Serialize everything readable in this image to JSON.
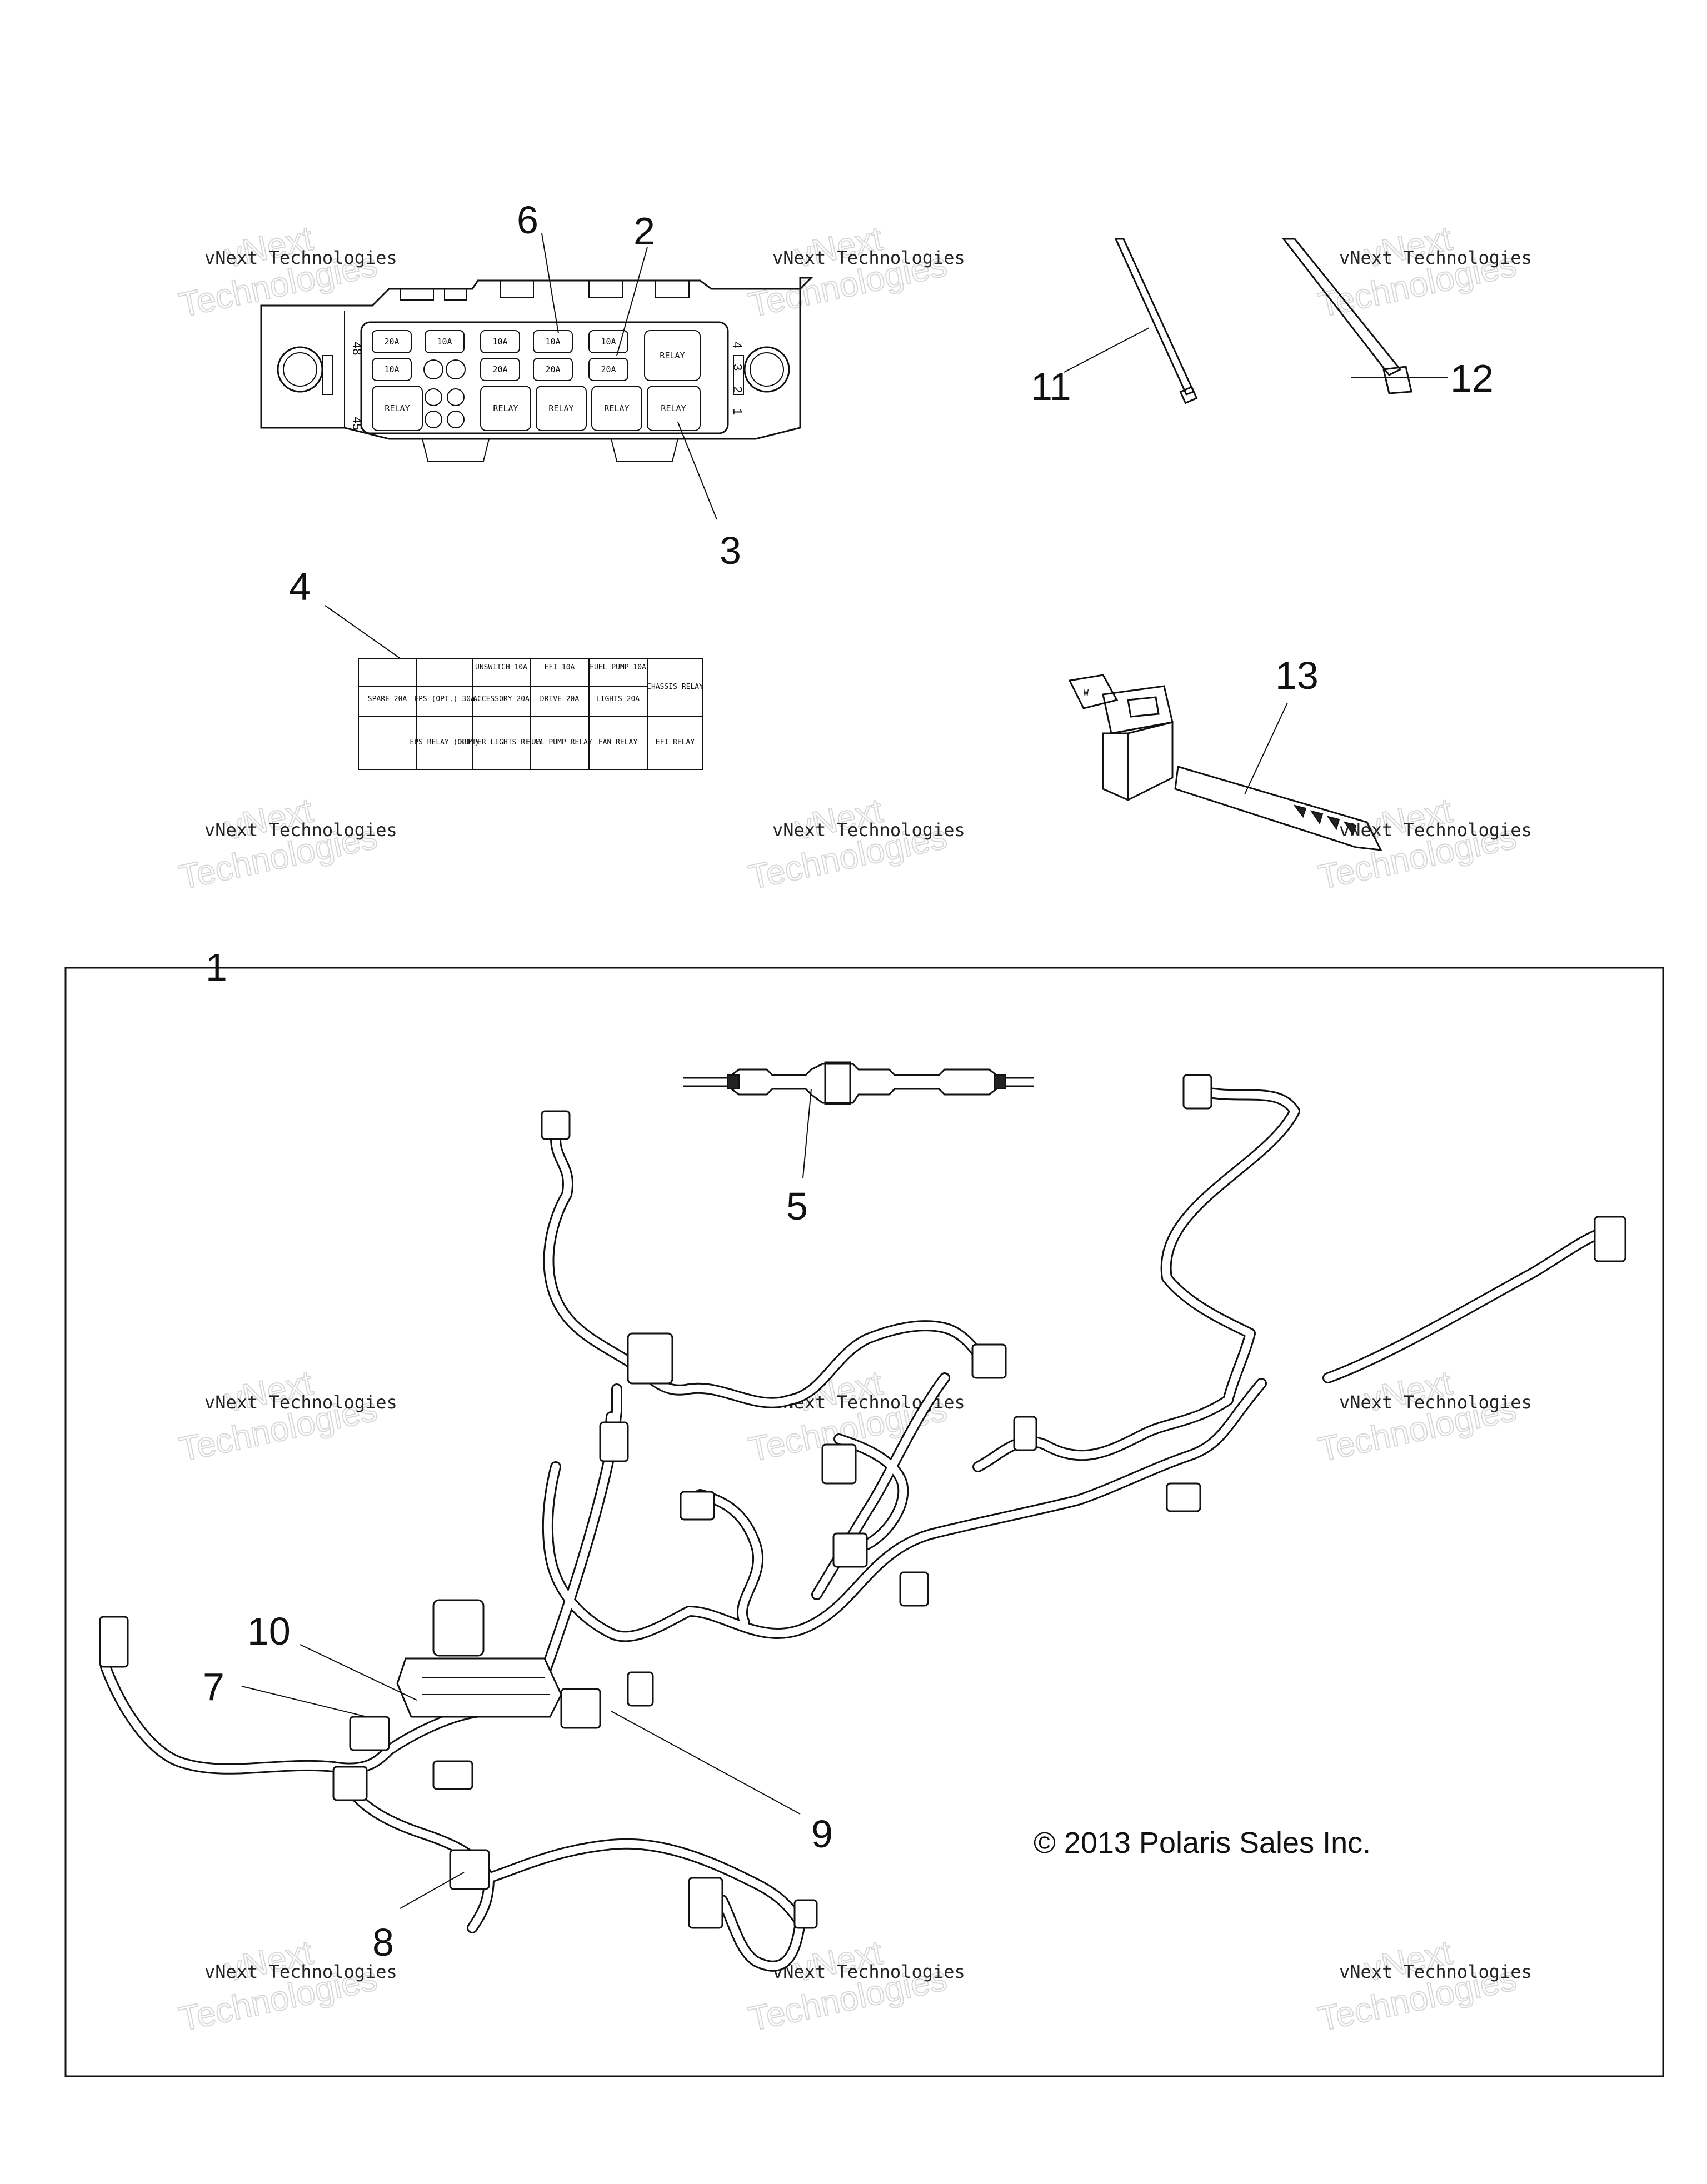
{
  "callouts": {
    "c1": "1",
    "c2": "2",
    "c3": "3",
    "c4": "4",
    "c5": "5",
    "c6": "6",
    "c7": "7",
    "c8": "8",
    "c9": "9",
    "c10": "10",
    "c11": "11",
    "c12": "12",
    "c13": "13"
  },
  "copyright": "© 2013 Polaris Sales Inc.",
  "watermark": {
    "line1": "vNext Technologies",
    "line2": "vNext",
    "line3": "Technologies"
  },
  "fuse_box": {
    "row1": [
      "20A",
      "10A",
      "10A",
      "10A",
      "10A",
      "RELAY"
    ],
    "row2": [
      "10A",
      "20A",
      "20A",
      "20A"
    ],
    "row3": [
      "RELAY",
      "RELAY",
      "RELAY",
      "RELAY",
      "RELAY"
    ],
    "left_top_num": "48",
    "left_bottom_num": "45",
    "right_nums": [
      "4",
      "3",
      "2",
      "1"
    ]
  },
  "decal": {
    "row1": [
      "",
      "",
      "UNSWITCH 10A",
      "EFI 10A",
      "FUEL PUMP 10A",
      "CHASSIS RELAY"
    ],
    "row2": [
      "SPARE 20A",
      "EPS (OPT.) 30A",
      "ACCESSORY 20A",
      "DRIVE 20A",
      "LIGHTS 20A"
    ],
    "row3": [
      "",
      "EPS RELAY (OPT.)",
      "BUMPER LIGHTS RELAY",
      "FUEL PUMP RELAY",
      "FAN RELAY",
      "EFI RELAY"
    ]
  }
}
